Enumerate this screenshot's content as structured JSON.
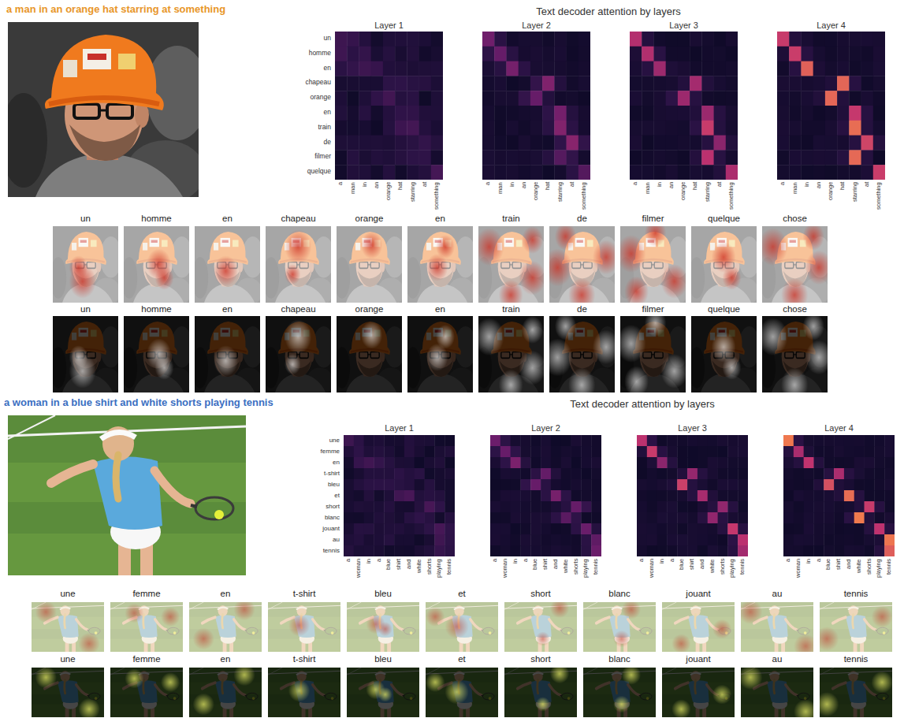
{
  "diagram": {
    "labels": [
      "a man in an orange hat starring at something",
      "Text decoder attention by layers",
      "Layer 1",
      "un",
      "homme",
      "en",
      "chapeau",
      "orange",
      "en",
      "train",
      "de",
      "filmer",
      "quelque",
      "a",
      "man",
      "in",
      "an",
      "orange",
      "hat",
      "starring",
      "at",
      "something",
      "Layer 2",
      "a",
      "man",
      "in",
      "an",
      "orange",
      "hat",
      "starring",
      "at",
      "something",
      "Layer 3",
      "a",
      "man",
      "in",
      "an",
      "orange",
      "hat",
      "starring",
      "at",
      "something",
      "Layer 4",
      "a",
      "man",
      "in",
      "an",
      "orange",
      "hat",
      "starring",
      "at",
      "something",
      "un",
      "homme",
      "en",
      "chapeau",
      "orange",
      "en",
      "train",
      "de",
      "filmer",
      "quelque",
      "chose",
      "un",
      "homme",
      "en",
      "chapeau",
      "orange",
      "en",
      "train",
      "de",
      "filmer",
      "quelque",
      "chose",
      "a woman in a blue shirt and white shorts playing tennis",
      "Text decoder attention by layers",
      "Layer 1",
      "une",
      "femme",
      "en",
      "t-shirt",
      "bleu",
      "et",
      "short",
      "blanc",
      "jouant",
      "au",
      "tennis",
      "a",
      "woman",
      "in",
      "a",
      "blue",
      "shirt",
      "and",
      "white",
      "shorts",
      "playing",
      "tennis",
      "Layer 2",
      "a",
      "woman",
      "in",
      "a",
      "blue",
      "shirt",
      "and",
      "white",
      "shorts",
      "playing",
      "tennis",
      "Layer 3",
      "a",
      "woman",
      "in",
      "a",
      "blue",
      "shirt",
      "and",
      "white",
      "shorts",
      "playing",
      "tennis",
      "Layer 4",
      "a",
      "woman",
      "in",
      "a",
      "blue",
      "shirt",
      "and",
      "white",
      "shorts",
      "playing",
      "tennis",
      "une",
      "femme",
      "en",
      "t-shirt",
      "bleu",
      "et",
      "short",
      "blanc",
      "jouant",
      "au",
      "tennis",
      "une",
      "femme",
      "en",
      "t-shirt",
      "bleu",
      "et",
      "short",
      "blanc",
      "jouant",
      "au",
      "tennis"
    ]
  }
}
